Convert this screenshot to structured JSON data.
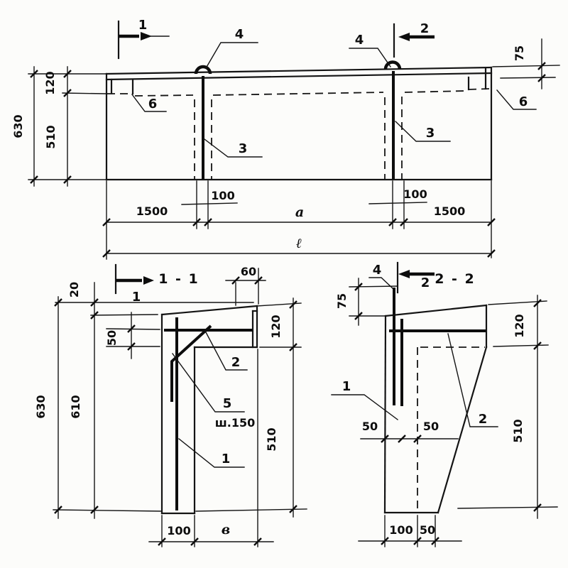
{
  "main": {
    "cut_left": "1",
    "cut_right": "2",
    "hook_left": "4",
    "hook_right": "4",
    "bar_left": "3",
    "bar_right": "3",
    "rib_left": "6",
    "rib_right": "6",
    "dim_630": "630",
    "dim_510": "510",
    "dim_120": "120",
    "dim_75": "75",
    "dim_1500_left": "1500",
    "dim_100_left": "100",
    "dim_a": "a",
    "dim_100_right": "100",
    "dim_1500_right": "1500",
    "dim_length": "ℓ"
  },
  "s11": {
    "title": "1 - 1",
    "cut": "1",
    "p2": "2",
    "p5": "5",
    "p5_note": "ш.150",
    "p1": "1",
    "dim_20": "20",
    "dim_50": "50",
    "dim_630": "630",
    "dim_610": "610",
    "dim_60": "60",
    "dim_120": "120",
    "dim_510": "510",
    "dim_100": "100",
    "dim_b": "в"
  },
  "s22": {
    "title": "2 - 2",
    "cut": "2",
    "p4": "4",
    "p1": "1",
    "p2": "2",
    "dim_75": "75",
    "dim_120": "120",
    "dim_50_left": "50",
    "dim_50_right": "50",
    "dim_510": "510",
    "dim_100": "100",
    "dim_50_bottom": "50"
  }
}
